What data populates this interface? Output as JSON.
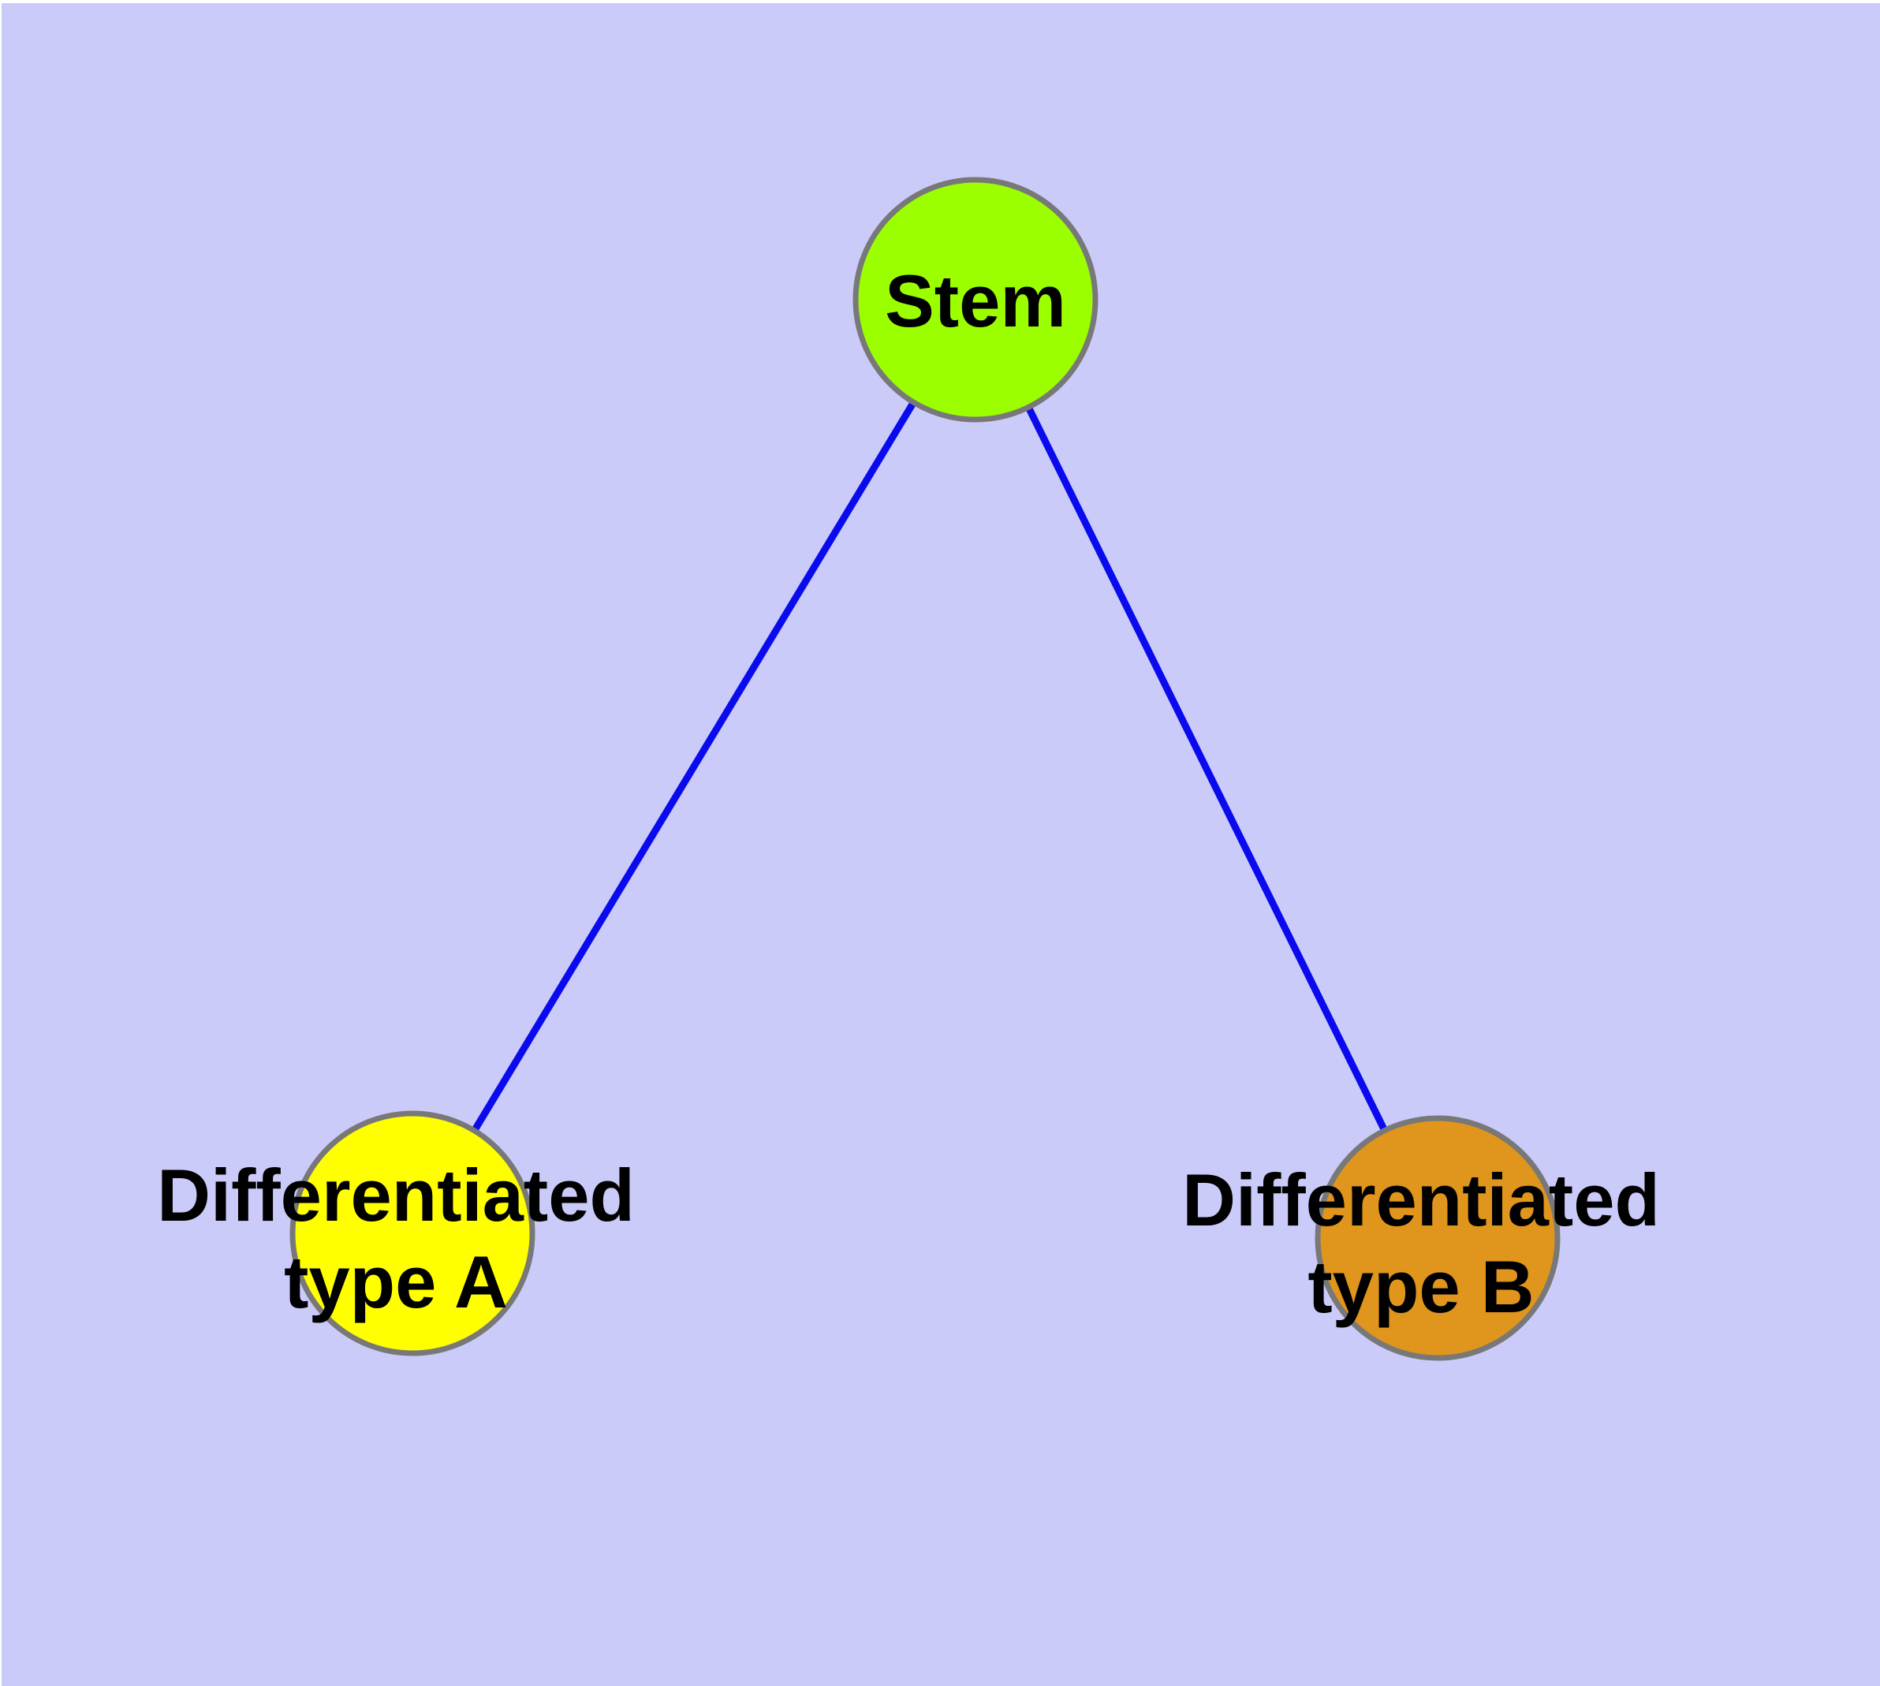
{
  "diagram": {
    "background_color": "#CBCBFA",
    "page_margin_color": "#FFFFFF",
    "edge_color": "#0A0AEE",
    "node_border_color": "#787878",
    "nodes": {
      "stem": {
        "label": "Stem",
        "color": "#9BFF00"
      },
      "type_a": {
        "label_line1": "Differentiated",
        "label_line2": "type A",
        "label_full": "Differentiated type A",
        "color": "#FFFF00"
      },
      "type_b": {
        "label_line1": "Differentiated",
        "label_line2": "type B",
        "label_full": "Differentiated type B",
        "color": "#E0951D"
      }
    },
    "edges": [
      {
        "from": "Stem",
        "to": "Differentiated type A"
      },
      {
        "from": "Stem",
        "to": "Differentiated type B"
      }
    ]
  }
}
